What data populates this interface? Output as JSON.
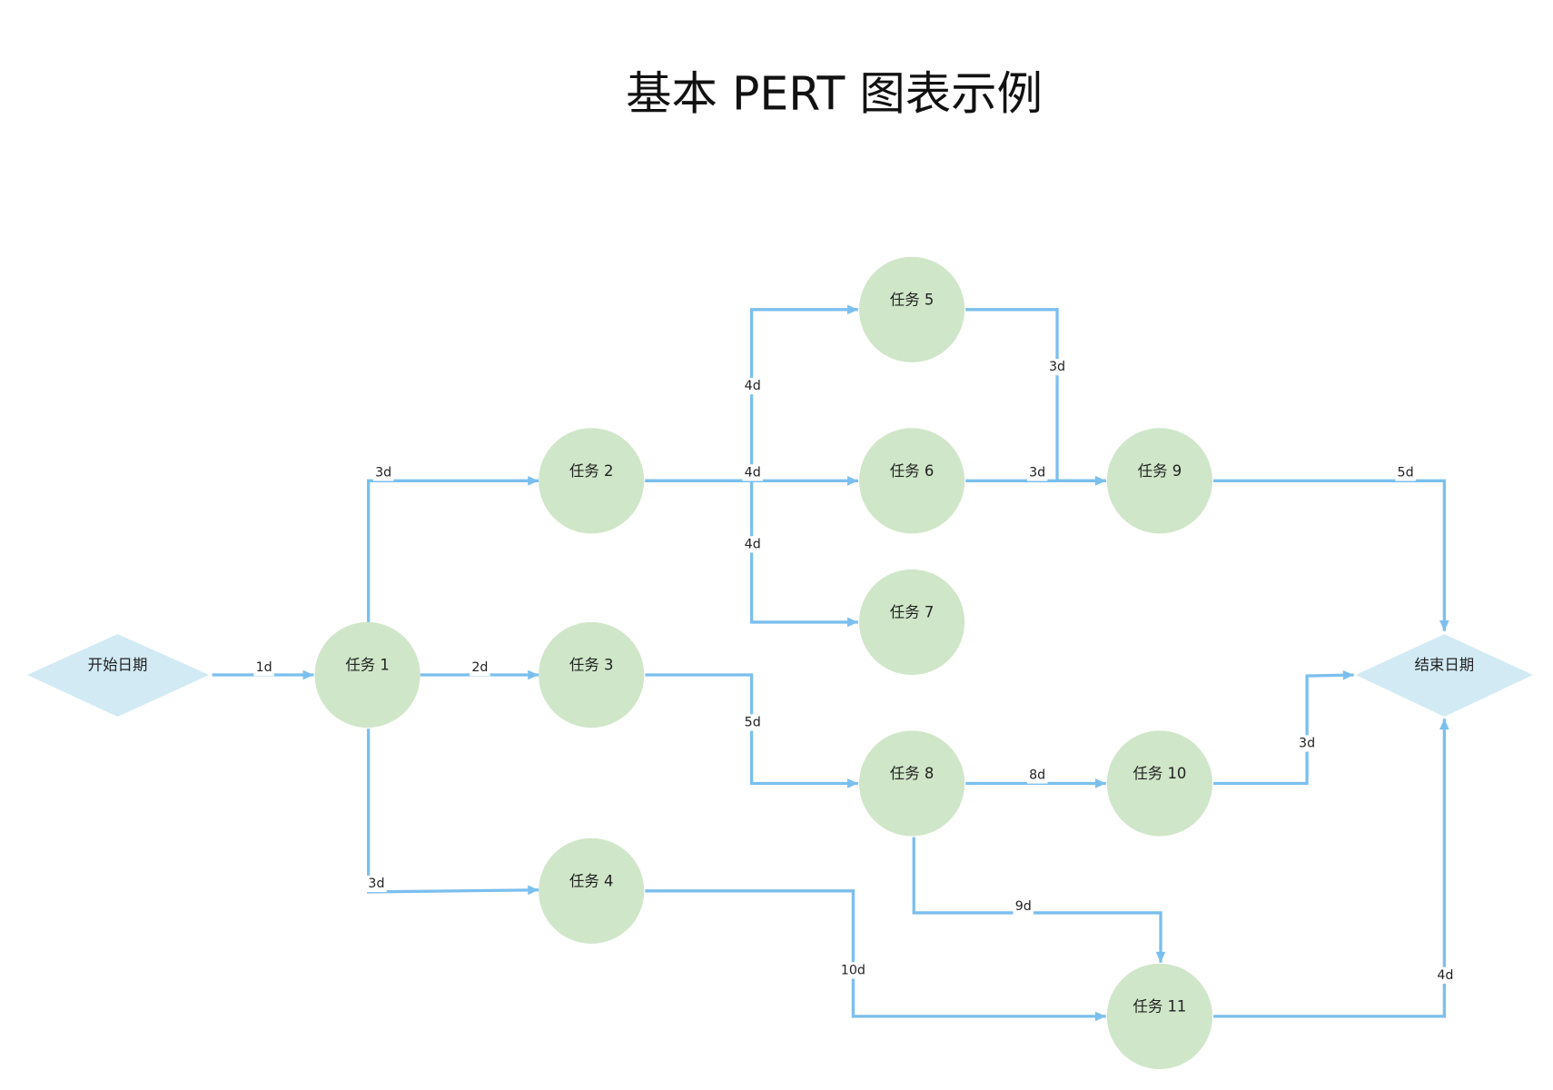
{
  "title": "基本 PERT 图表示例",
  "colors": {
    "edge": "#7bbfee",
    "task": "#cfe6c8",
    "milestone": "#d2eaf4",
    "text": "#222222",
    "title": "#111111"
  },
  "milestones": {
    "start": "开始日期",
    "end": "结束日期"
  },
  "tasks": [
    "任务 1",
    "任务 2",
    "任务 3",
    "任务 4",
    "任务 5",
    "任务 6",
    "任务 7",
    "任务 8",
    "任务 9",
    "任务 10",
    "任务 11"
  ],
  "durations": {
    "start_task1": "1d",
    "task1_task2": "3d",
    "task1_task3": "2d",
    "task1_task4": "3d",
    "task2_task5": "4d",
    "task2_task6": "4d",
    "task2_task7": "4d",
    "task3_task8": "5d",
    "task5_task9": "3d",
    "task6_task9": "3d",
    "task8_task10": "8d",
    "task8_task11": "9d",
    "task4_task11": "10d",
    "task9_end": "5d",
    "task10_end": "3d",
    "task11_end": "4d"
  }
}
